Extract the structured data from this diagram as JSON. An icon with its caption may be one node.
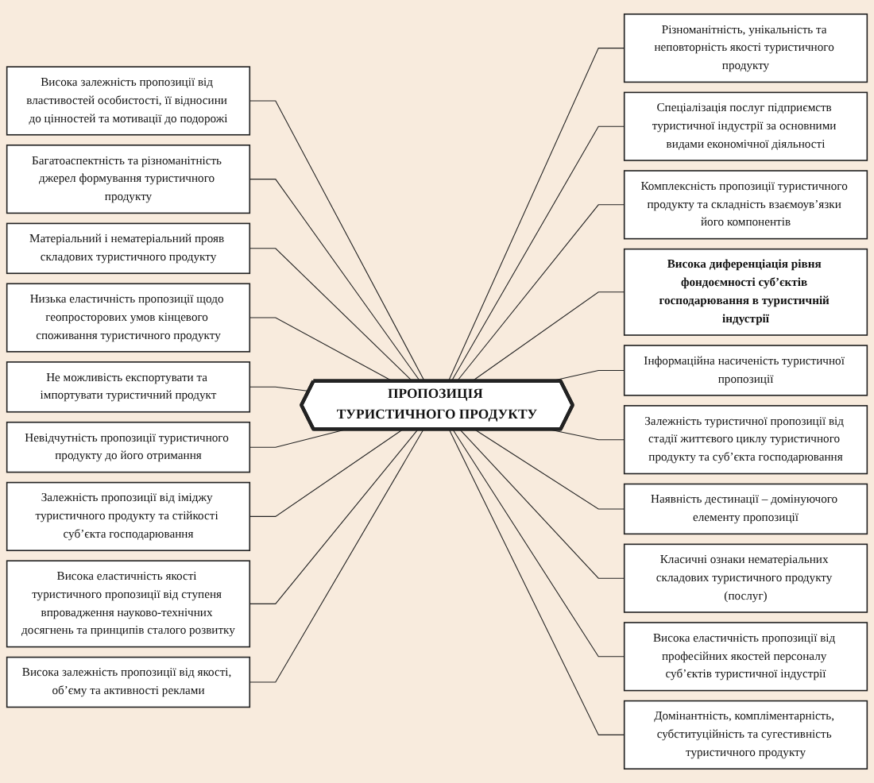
{
  "diagram": {
    "nodes": [
      {
        "text": [
          "ПРОПОЗИЦІЯ ТУРИСТИЧНОГО ПРОДУКТУ"
        ]
      },
      {
        "text": [
          "Висока залежність пропозиції від властивостей особистості, її відносини до цінностей та мотивації до подорожі"
        ]
      },
      {
        "text": [
          "Багатоаспектність та різноманітність джерел формування туристичного продукту"
        ]
      },
      {
        "text": [
          "Матеріальний і нематеріальний прояв складових туристичного продукту"
        ]
      },
      {
        "text": [
          "Низька еластичність пропозиції щодо геопросторових умов кінцевого споживання туристичного продукту"
        ]
      },
      {
        "text": [
          "Не можливість експортувати та імпортувати туристичний продукт"
        ]
      },
      {
        "text": [
          "Невідчутність пропозиції туристичного продукту до його отримання"
        ]
      },
      {
        "text": [
          "Залежність пропозиції від іміджу туристичного продукту та стійкості суб’єкта господарювання"
        ]
      },
      {
        "text": [
          "Висока еластичність якості туристичного пропозиції від ступеня впровадження науково-технічних досягнень та принципів сталого розвитку"
        ]
      },
      {
        "text": [
          "Висока залежність пропозиції від якості, об’єму та активності реклами"
        ]
      },
      {
        "text": [
          "Різноманітність, унікальність та неповторність якості туристичного продукту"
        ]
      },
      {
        "text": [
          "Спеціалізація послуг підприємств туристичної індустрії за основними видами економічної діяльності"
        ]
      },
      {
        "text": [
          "Комплексність пропозиції туристичного продукту та складність взаємоув’язки його компонентів"
        ]
      },
      {
        "text": [
          "Висока диференціація рівня фондоємності суб’єктів господарювання в туристичній індустрії"
        ]
      },
      {
        "text": [
          "Інформаційна насиченість туристичної пропозиції"
        ]
      },
      {
        "text": [
          "Залежність туристичної пропозиції від стадії життєвого циклу туристичного продукту та суб’єкта господарювання"
        ]
      },
      {
        "text": [
          "Наявність дестинації – домінуючого елементу пропозиції"
        ]
      },
      {
        "text": [
          "Класичні ознаки нематеріальних складових туристичного продукту (послуг)"
        ]
      },
      {
        "text": [
          "Висока еластичність пропозиції від професійних якостей персоналу суб’єктів туристичної індустрії"
        ]
      },
      {
        "text": [
          "Домінантність, компліментарність, субституційність та сугестивність туристичного продукту"
        ]
      }
    ],
    "edges": [
      {
        "from": 1,
        "to": 0,
        "arrow": "none"
      },
      {
        "from": 2,
        "to": 0,
        "arrow": "none"
      },
      {
        "from": 3,
        "to": 0,
        "arrow": "none"
      },
      {
        "from": 4,
        "to": 0,
        "arrow": "none"
      },
      {
        "from": 5,
        "to": 0,
        "arrow": "none"
      },
      {
        "from": 6,
        "to": 0,
        "arrow": "none"
      },
      {
        "from": 7,
        "to": 0,
        "arrow": "none"
      },
      {
        "from": 8,
        "to": 0,
        "arrow": "none"
      },
      {
        "from": 9,
        "to": 0,
        "arrow": "none"
      },
      {
        "from": 0,
        "to": 10,
        "arrow": "none"
      },
      {
        "from": 0,
        "to": 11,
        "arrow": "none"
      },
      {
        "from": 0,
        "to": 12,
        "arrow": "none"
      },
      {
        "from": 0,
        "to": 13,
        "arrow": "none"
      },
      {
        "from": 0,
        "to": 14,
        "arrow": "none"
      },
      {
        "from": 0,
        "to": 15,
        "arrow": "none"
      },
      {
        "from": 0,
        "to": 16,
        "arrow": "none"
      },
      {
        "from": 0,
        "to": 17,
        "arrow": "none"
      },
      {
        "from": 0,
        "to": 18,
        "arrow": "none"
      },
      {
        "from": 0,
        "to": 19,
        "arrow": "none"
      }
    ]
  }
}
